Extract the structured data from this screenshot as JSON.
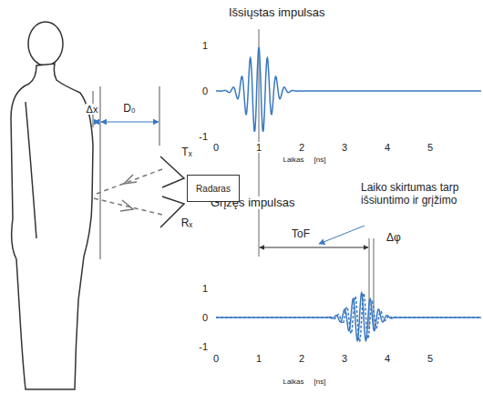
{
  "diagram": {
    "nodes": [
      {
        "text": [
          "Radaras"
        ]
      }
    ],
    "labels": [
      "Išsiųstas impulsas",
      "1",
      "0",
      "-1",
      "0",
      "1",
      "2",
      "3",
      "4",
      "5",
      "Laikas",
      "[ns]",
      "Δx",
      "D₀",
      "Tₓ",
      "Rₓ",
      "Grįžęs impulsas",
      "Laiko skirtumas tarp išsiuntimo ir grįžimo",
      "ToF",
      "Δφ",
      "1",
      "0",
      "-1",
      "0",
      "1",
      "2",
      "3",
      "4",
      "5",
      "Laikas",
      "[ns]"
    ]
  }
}
